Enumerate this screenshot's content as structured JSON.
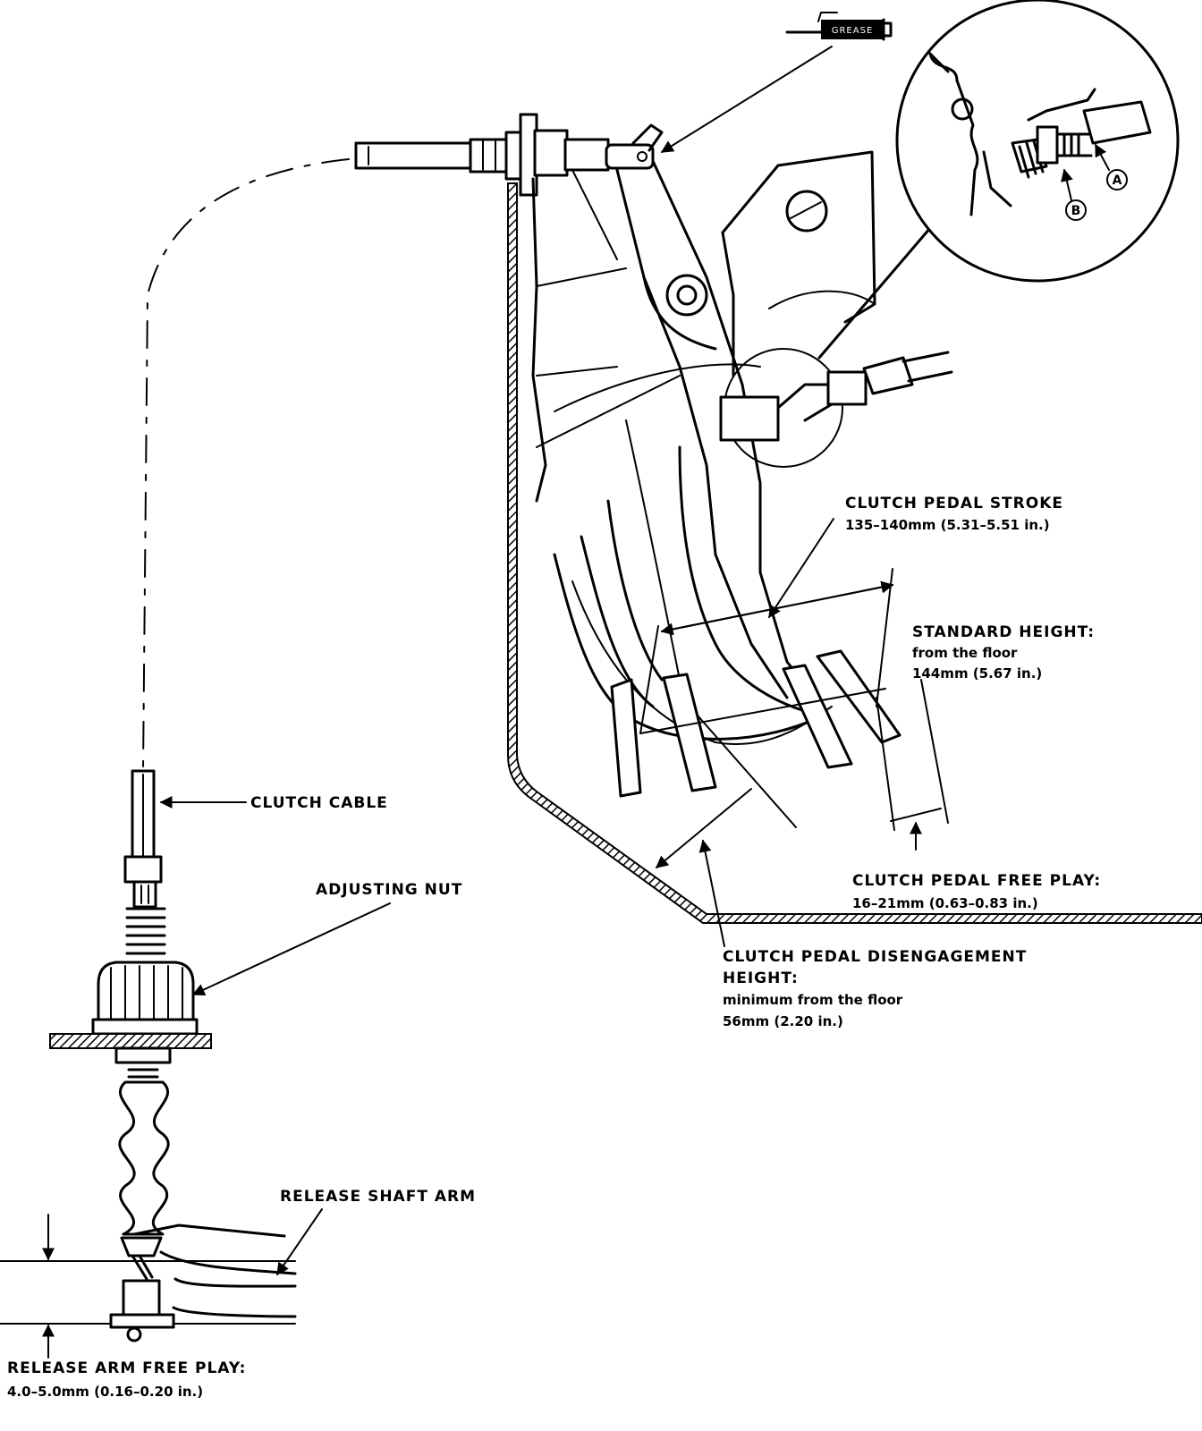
{
  "tags": {
    "grease": "GREASE"
  },
  "callouts": {
    "a": "A",
    "b": "B"
  },
  "labels": {
    "clutch_cable": "CLUTCH CABLE",
    "adjusting_nut": "ADJUSTING NUT",
    "release_shaft_arm": "RELEASE SHAFT ARM",
    "release_arm_free_play": {
      "title": "RELEASE ARM FREE PLAY:",
      "value": "4.0–5.0mm (0.16–0.20 in.)"
    },
    "pedal_stroke": {
      "title": "CLUTCH PEDAL STROKE",
      "value": "135–140mm (5.31–5.51 in.)"
    },
    "standard_height": {
      "title": "STANDARD HEIGHT:",
      "line1": "from the floor",
      "value": "144mm (5.67 in.)"
    },
    "pedal_free_play": {
      "title": "CLUTCH PEDAL FREE PLAY:",
      "value": "16–21mm (0.63–0.83 in.)"
    },
    "disengagement_height": {
      "title1": "CLUTCH PEDAL DISENGAGEMENT",
      "title2": "HEIGHT:",
      "line1": "minimum from the floor",
      "value": "56mm (2.20 in.)"
    }
  }
}
